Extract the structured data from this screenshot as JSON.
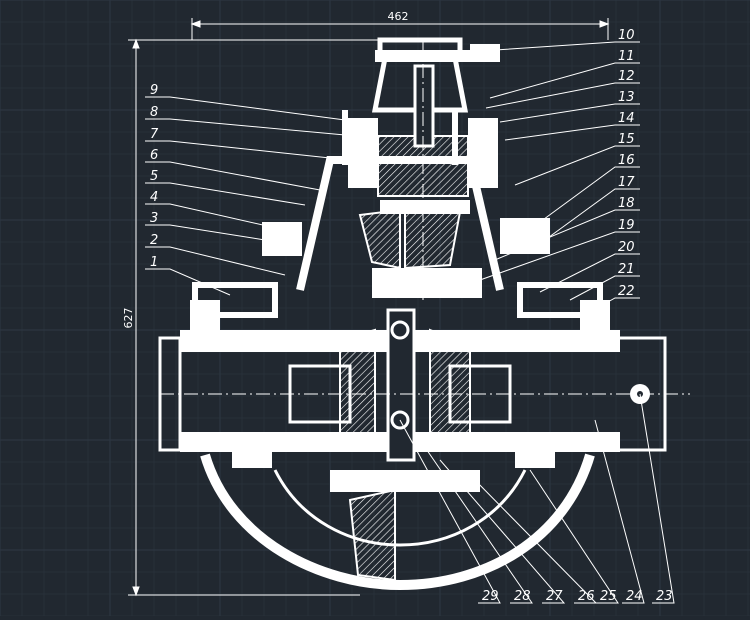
{
  "drawing": {
    "background": "#212830",
    "grid_color": "#2c3640",
    "line_color": "#ffffff",
    "dimensions": {
      "width_label": "462",
      "height_label": "627"
    },
    "labels_left": [
      "9",
      "8",
      "7",
      "6",
      "5",
      "4",
      "3",
      "2",
      "1"
    ],
    "labels_right": [
      "10",
      "11",
      "12",
      "13",
      "14",
      "15",
      "16",
      "17",
      "18",
      "19",
      "20",
      "21",
      "22"
    ],
    "labels_bottom": [
      "29",
      "28",
      "27",
      "26",
      "25",
      "24",
      "23"
    ]
  }
}
